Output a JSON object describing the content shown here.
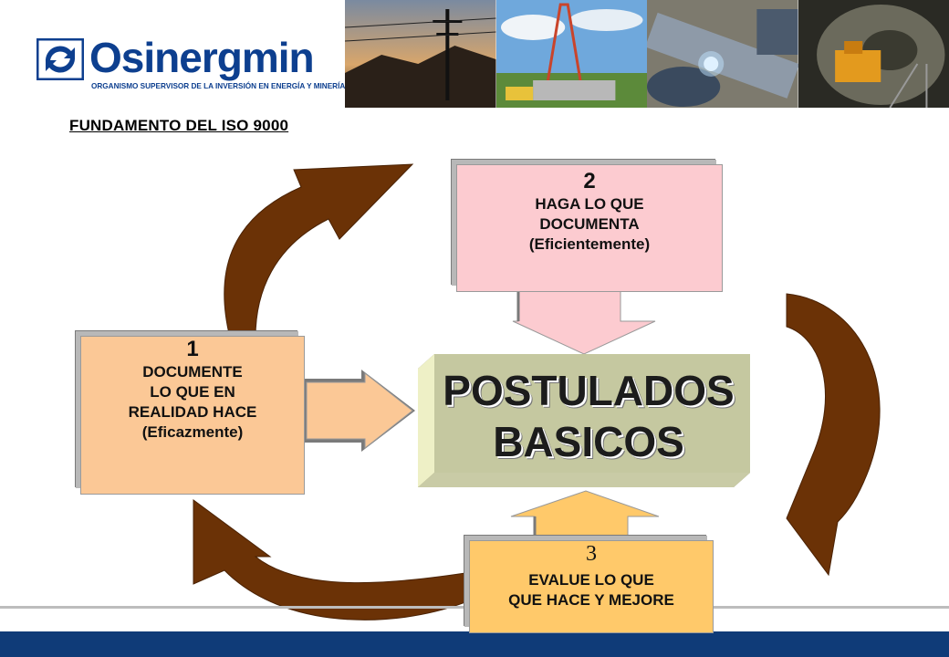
{
  "brand": {
    "name": "Osinergmin",
    "subtitle": "ORGANISMO SUPERVISOR DE LA INVERSIÓN EN ENERGÍA Y MINERÍA",
    "color": "#0d3f8f"
  },
  "header_photos": [
    "power-lines-photo",
    "oil-rig-photo",
    "welding-pipeline-photo",
    "mine-tunnel-photo"
  ],
  "heading": "FUNDAMENTO DEL ISO 9000",
  "center": {
    "line1": "POSTULADOS",
    "line2": "BASICOS"
  },
  "steps": [
    {
      "number": "1",
      "text": "DOCUMENTE\nLO QUE EN\nREALIDAD HACE\n(Eficazmente)"
    },
    {
      "number": "2",
      "text": "HAGA LO QUE\nDOCUMENTA\n(Eficientemente)"
    },
    {
      "number": "3",
      "text": "EVALUE LO QUE\nQUE HACE Y MEJORE"
    }
  ],
  "colors": {
    "step1": "#fbc896",
    "step2": "#fccbd0",
    "step3": "#ffc96a",
    "center": "#c5c8a0",
    "cycle_arrows": "#6b3206",
    "footer": "#0f3b78"
  }
}
